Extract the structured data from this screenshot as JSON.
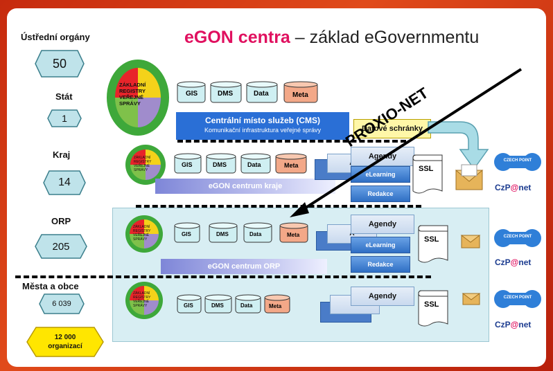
{
  "title": {
    "emph": "eGON centra",
    "rest": " – základ eGovernmentu"
  },
  "proxio": "PROXIO-NET",
  "levels": [
    {
      "name": "Ústřední orgány",
      "count": "50"
    },
    {
      "name": "Stát",
      "count": "1"
    },
    {
      "name": "Kraj",
      "count": "14"
    },
    {
      "name": "ORP",
      "count": "205"
    },
    {
      "name": "Města a obce",
      "count": "6 039"
    }
  ],
  "organizations": {
    "line1": "12 000",
    "line2": "organizací"
  },
  "registry": {
    "l1": "ZÁKLADNÍ",
    "l2": "REGISTRY",
    "l3": "VEŘEJNÉ",
    "l4": "SPRÁVY"
  },
  "databases": {
    "gis": "GIS",
    "dms": "DMS",
    "data": "Data",
    "meta": "Meta"
  },
  "cms": {
    "line1": "Centrální místo služeb (CMS)",
    "line2": "Komunikační infrastruktura veřejné správy"
  },
  "datove_schranky": "Datové schránky",
  "kraj_centrum": "eGON centrum kraje",
  "orp_centrum": "eGON centrum ORP",
  "agendy": "Agendy",
  "agenda_stub": "A",
  "elearning": "eLearning",
  "redakce": "Redakce",
  "ssl": "SSL",
  "czechpoint": "CZECH POINT",
  "czpnet": {
    "pre": "CzP",
    "at": "@",
    "post": "net"
  },
  "colors": {
    "accent": "#e0105f",
    "cms_blue": "#2a6fd6",
    "hex_fill": "#bfe3ea",
    "org_yellow": "#ffe600"
  }
}
